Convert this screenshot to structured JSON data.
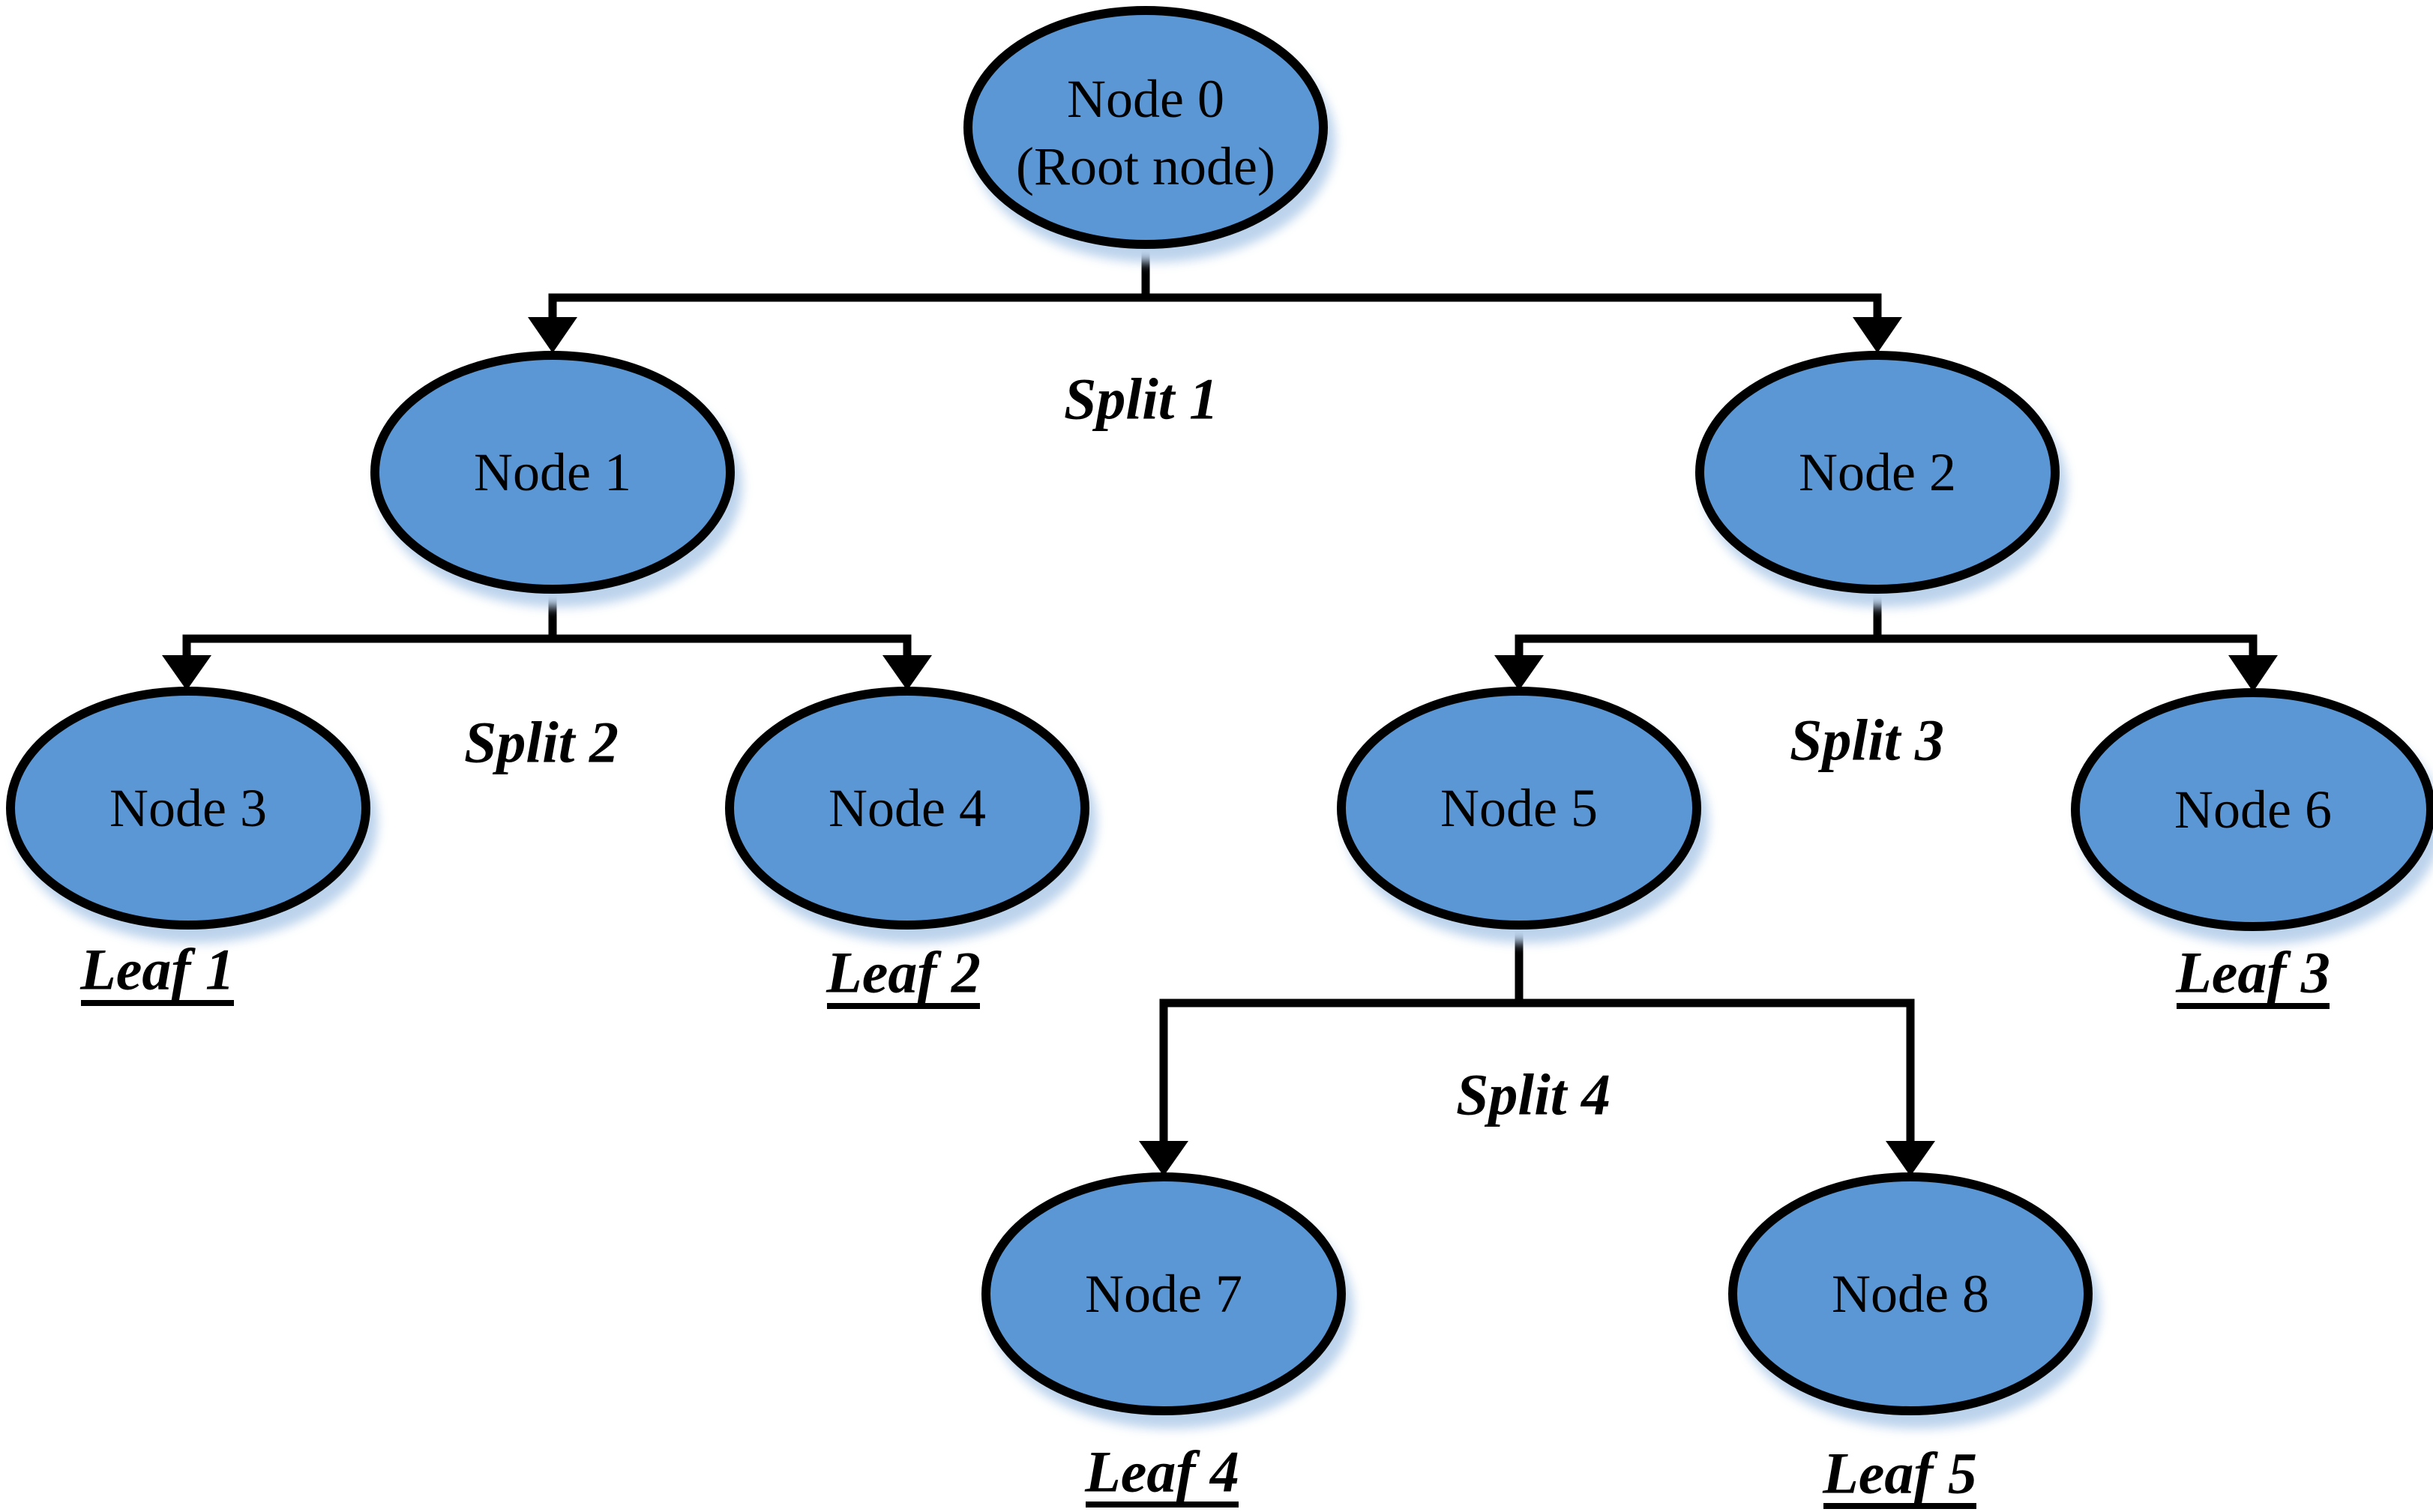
{
  "colors": {
    "background": "#ffffff",
    "node_fill": "#5b97d5",
    "node_border": "#000000",
    "connector": "#000000",
    "text": "#000000",
    "node_shadow": "#bcd3ec"
  },
  "nodes": [
    {
      "label": "Node 0",
      "sublabel": "(Root node)",
      "type": "root"
    },
    {
      "label": "Node 1",
      "type": "internal"
    },
    {
      "label": "Node 2",
      "type": "internal"
    },
    {
      "label": "Node 3",
      "type": "leaf"
    },
    {
      "label": "Node 4",
      "type": "leaf"
    },
    {
      "label": "Node 5",
      "type": "internal"
    },
    {
      "label": "Node 6",
      "type": "leaf"
    },
    {
      "label": "Node 7",
      "type": "leaf"
    },
    {
      "label": "Node 8",
      "type": "leaf"
    }
  ],
  "splits": [
    {
      "label": "Split 1",
      "parent": "Node 0",
      "children": [
        "Node 1",
        "Node 2"
      ]
    },
    {
      "label": "Split 2",
      "parent": "Node 1",
      "children": [
        "Node 3",
        "Node 4"
      ]
    },
    {
      "label": "Split 3",
      "parent": "Node 2",
      "children": [
        "Node 5",
        "Node 6"
      ]
    },
    {
      "label": "Split 4",
      "parent": "Node 5",
      "children": [
        "Node 7",
        "Node 8"
      ]
    }
  ],
  "leaf_labels": [
    {
      "label": "Leaf 1",
      "node": "Node 3"
    },
    {
      "label": "Leaf 2",
      "node": "Node 4"
    },
    {
      "label": "Leaf 3",
      "node": "Node 6"
    },
    {
      "label": "Leaf 4",
      "node": "Node 7"
    },
    {
      "label": "Leaf 5",
      "node": "Node 8"
    }
  ]
}
